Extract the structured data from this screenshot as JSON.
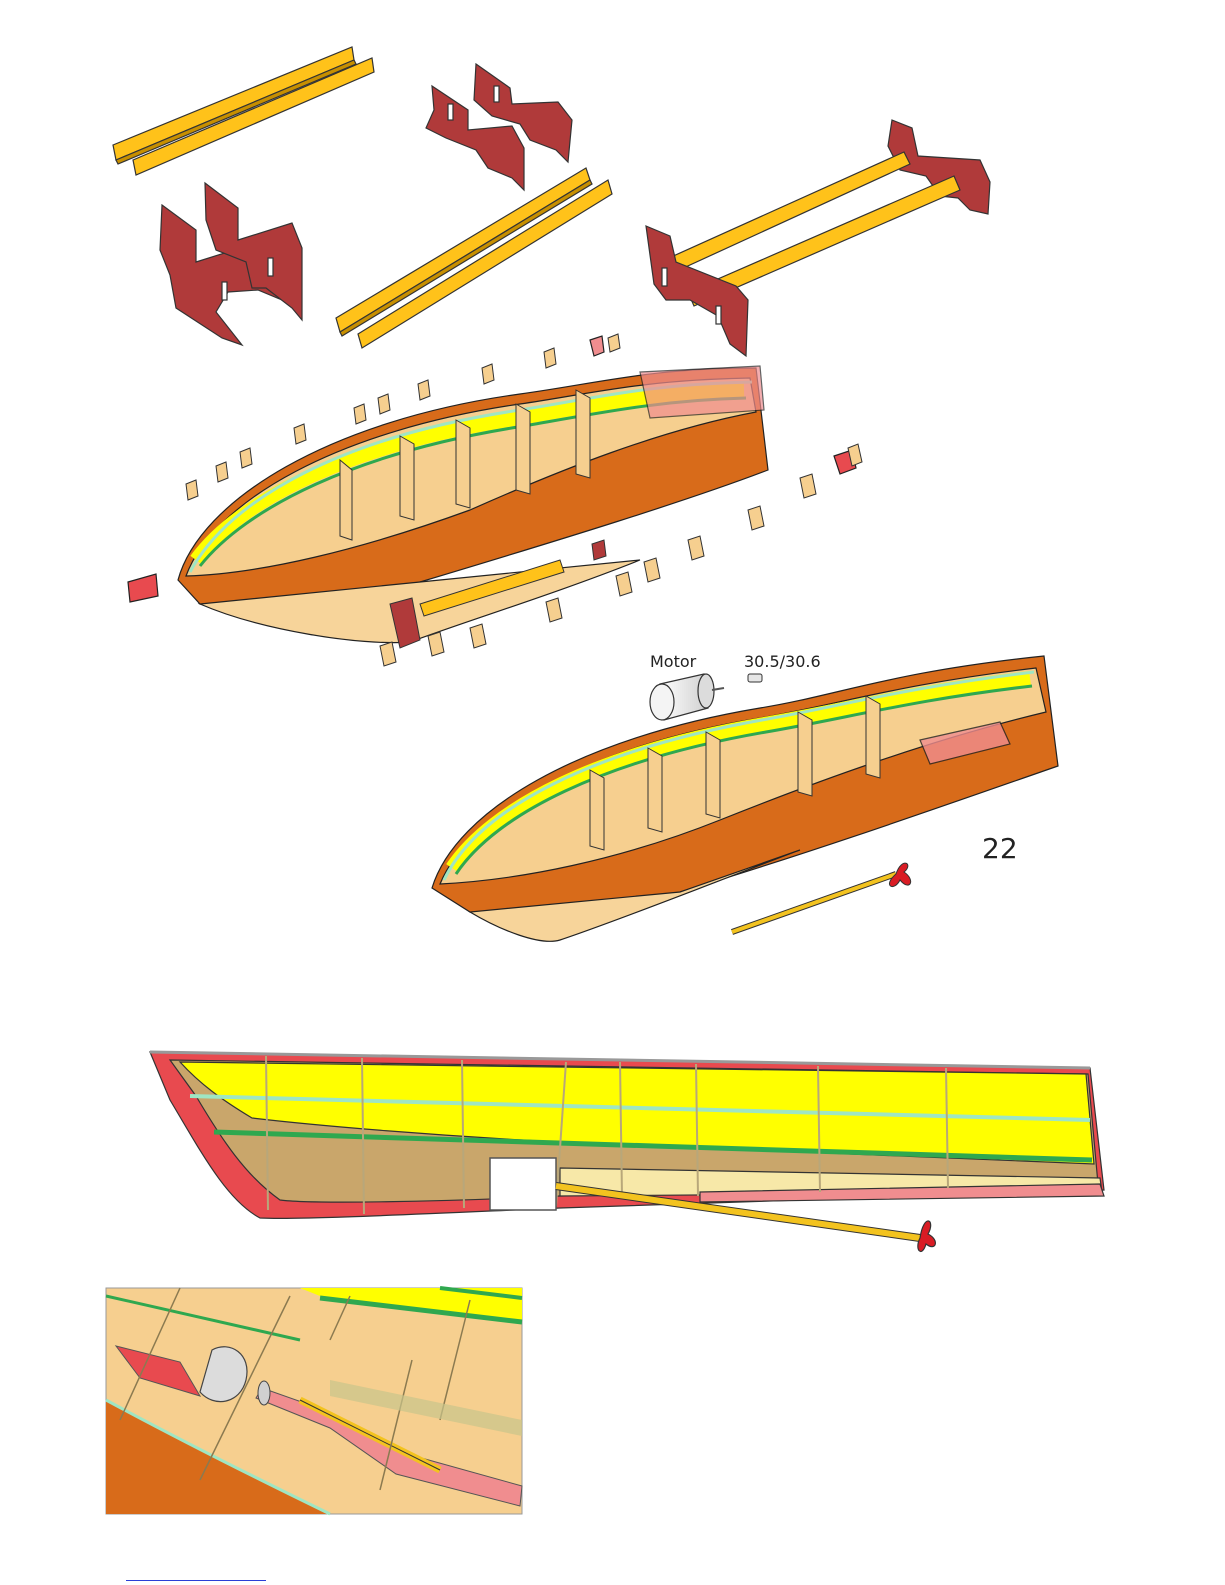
{
  "labels": {
    "motor": "Motor",
    "part_number": "30.5/30.6",
    "step_number": "22"
  },
  "colors": {
    "stand": "#b03a3a",
    "rail": "#ffc21a",
    "hull_outer": "#d86b1a",
    "hull_bottom": "#f7d49a",
    "interior": "#f6cf8f",
    "planking_yellow": "#ffff00",
    "stringer_green": "#2fa84f",
    "gunwale_mint": "#9fe6c3",
    "keel_red": "#e84a4f",
    "keel_pink": "#f08d8f",
    "propeller": "#d91c24",
    "shaft": "#f3c31f",
    "motor": "#efefef"
  }
}
